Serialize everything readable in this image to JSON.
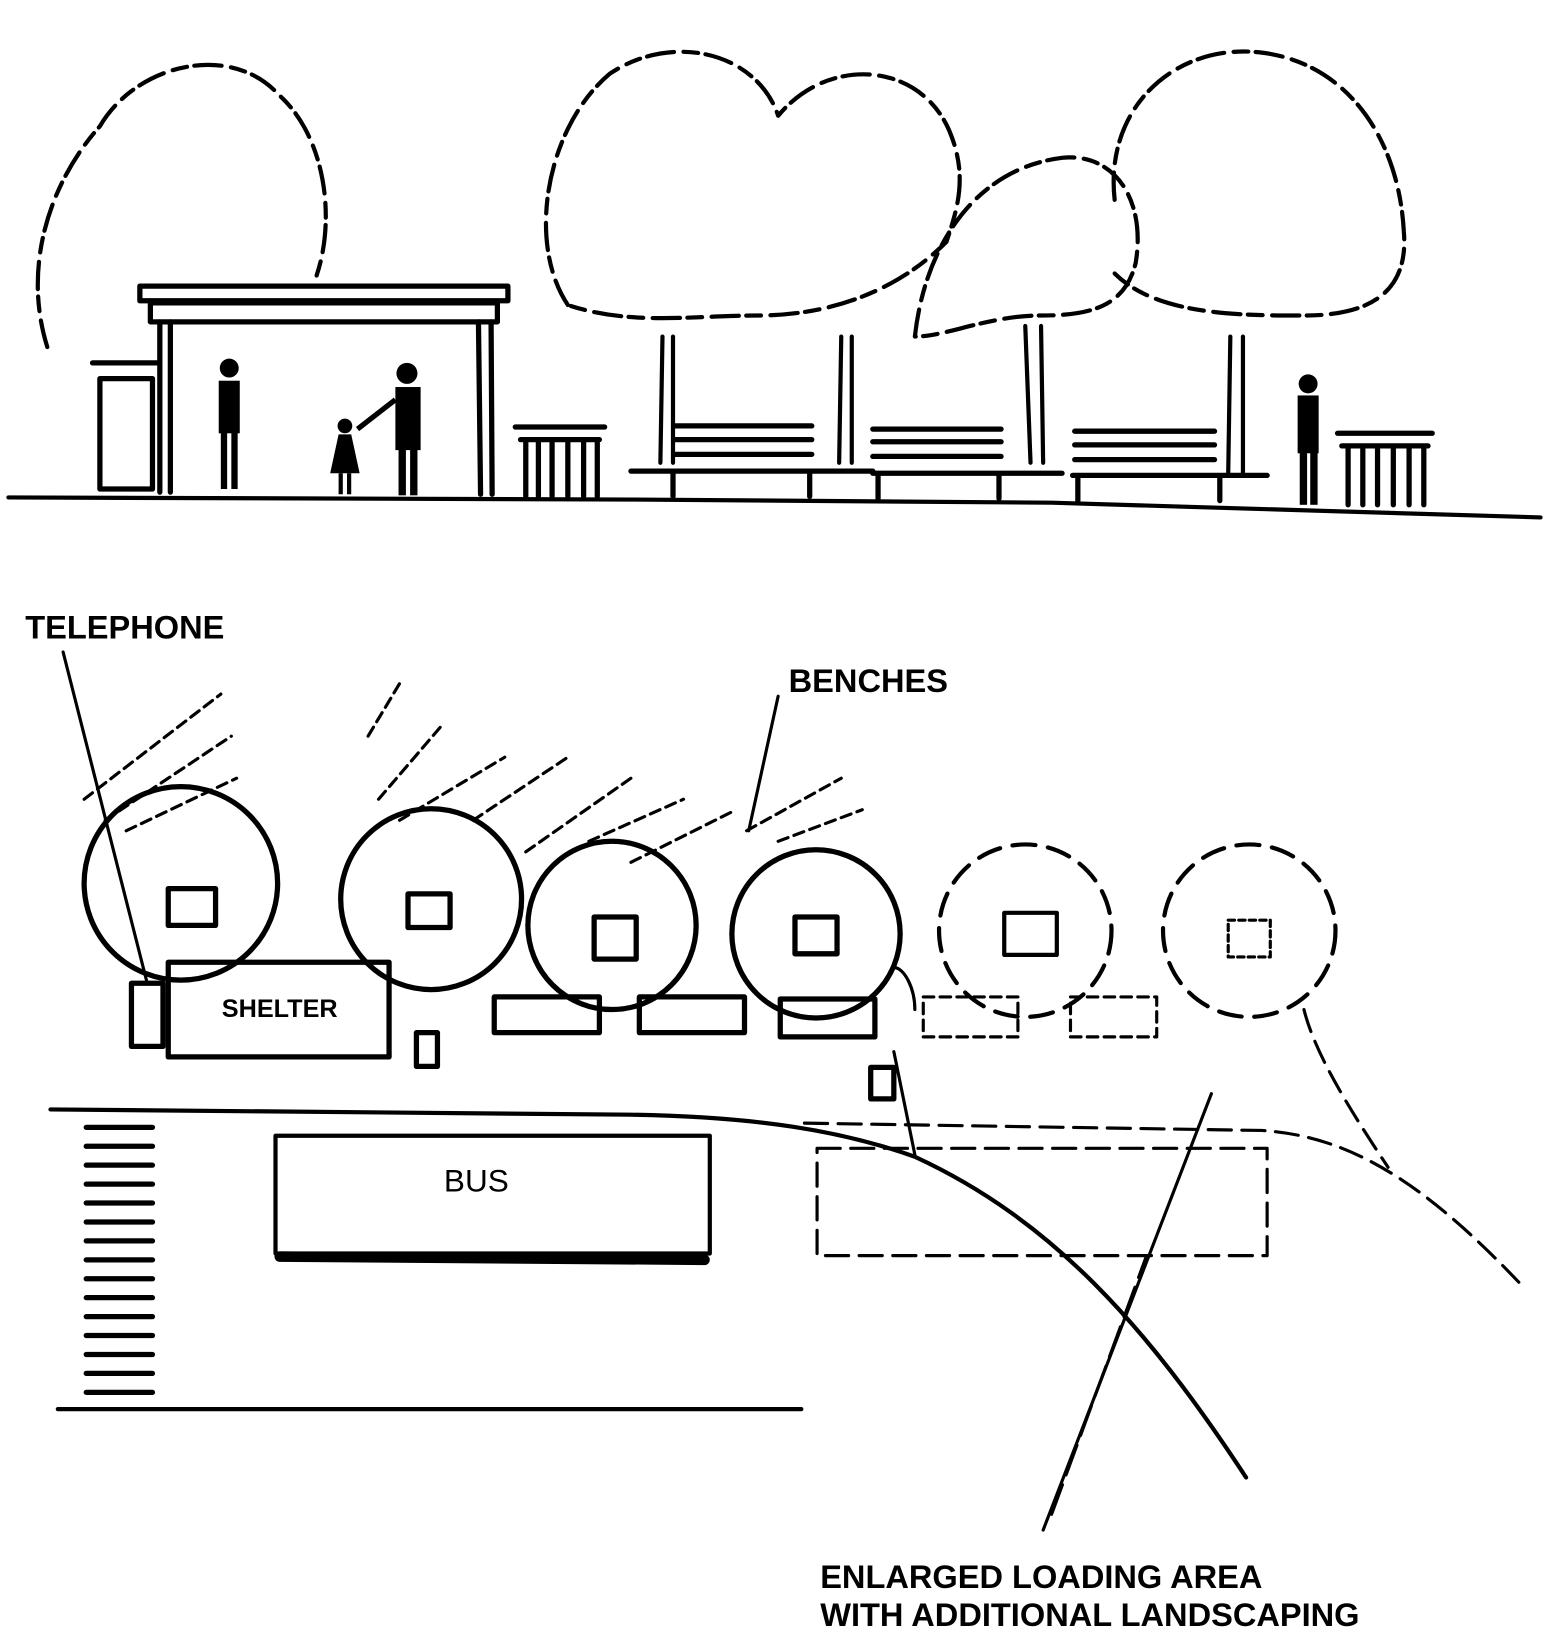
{
  "labels": {
    "telephone": "TELEPHONE",
    "benches": "BENCHES",
    "shelter": "SHELTER",
    "bus": "BUS",
    "loading_line1": "ENLARGED LOADING AREA",
    "loading_line2": "WITH ADDITIONAL LANDSCAPING"
  },
  "colors": {
    "ink": "#000000",
    "paper": "#ffffff"
  }
}
